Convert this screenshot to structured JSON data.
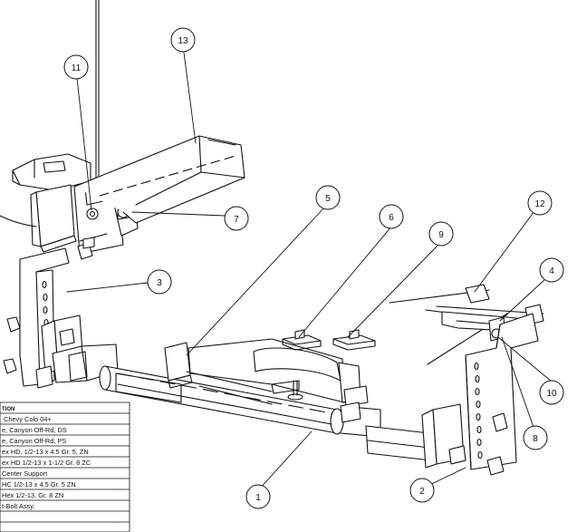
{
  "callouts": {
    "c1": "1",
    "c2": "2",
    "c3": "3",
    "c4": "4",
    "c5": "5",
    "c6": "6",
    "c7": "7",
    "c8": "8",
    "c9": "9",
    "c10": "10",
    "c11": "11",
    "c12": "12",
    "c13": "13"
  },
  "bom": {
    "header": "TION",
    "rows": [
      "Chevy Colo 04+",
      "e, Canyon Off-Rd, DS",
      "e, Canyon Off-Rd, PS",
      "ex HD, 1/2-13 x 4.5 Gr. 5, ZN",
      "ex HD 1/2-13 x 1-1/2 Gr. 8 ZC",
      "Center Support",
      "HC 1/2-13 x 4.5 Gr. 5 ZN",
      "Hex 1/2-13, Gr. 8 ZN",
      "t-Bolt Assy."
    ]
  }
}
